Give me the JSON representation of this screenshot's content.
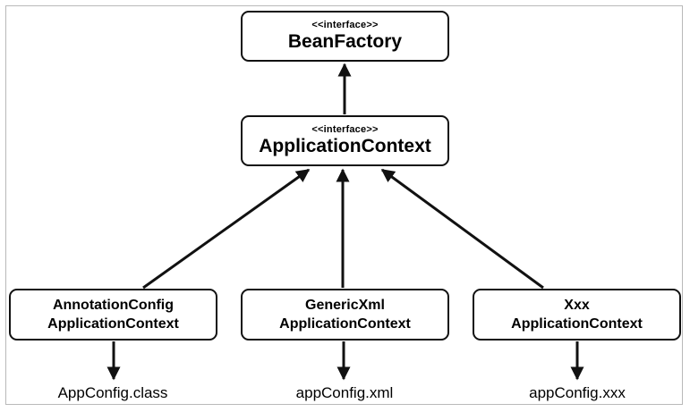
{
  "diagram": {
    "nodes": [
      {
        "id": "beanfactory",
        "stereotype": "<<interface>>",
        "title": "BeanFactory"
      },
      {
        "id": "appcontext",
        "stereotype": "<<interface>>",
        "title": "ApplicationContext"
      },
      {
        "id": "annotation",
        "line1": "AnnotationConfig",
        "line2": "ApplicationContext"
      },
      {
        "id": "genericxml",
        "line1": "GenericXml",
        "line2": "ApplicationContext"
      },
      {
        "id": "xxx",
        "line1": "Xxx",
        "line2": "ApplicationContext"
      }
    ],
    "configs": [
      {
        "from": "annotation",
        "label": "AppConfig.class"
      },
      {
        "from": "genericxml",
        "label": "appConfig.xml"
      },
      {
        "from": "xxx",
        "label": "appConfig.xxx"
      }
    ],
    "edges": [
      {
        "from": "appcontext",
        "to": "beanfactory",
        "kind": "inherits"
      },
      {
        "from": "annotation",
        "to": "appcontext",
        "kind": "inherits"
      },
      {
        "from": "genericxml",
        "to": "appcontext",
        "kind": "inherits"
      },
      {
        "from": "xxx",
        "to": "appcontext",
        "kind": "inherits"
      },
      {
        "from": "annotation",
        "to": "AppConfig.class",
        "kind": "uses"
      },
      {
        "from": "genericxml",
        "to": "appConfig.xml",
        "kind": "uses"
      },
      {
        "from": "xxx",
        "to": "appConfig.xxx",
        "kind": "uses"
      }
    ],
    "colors": {
      "stroke": "#111111",
      "text": "#000000",
      "background": "#ffffff",
      "frame": "#b9b9b9"
    }
  }
}
